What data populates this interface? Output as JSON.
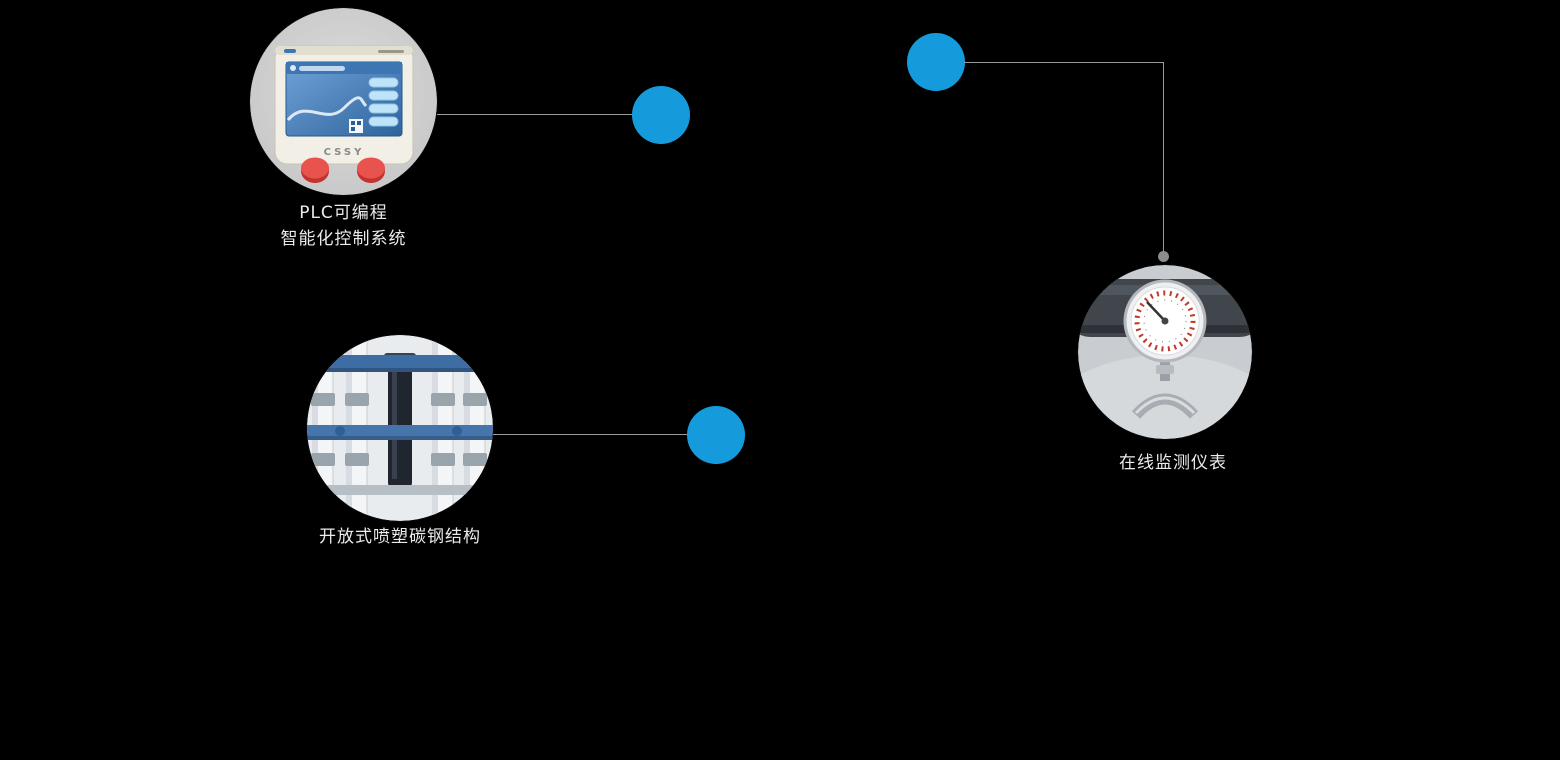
{
  "background_color": "#000000",
  "colors": {
    "accent_blue": "#159bdb",
    "connector_line": "#9a9a9a",
    "label_text": "#ebebeb",
    "photo_circle_bg": "#d2d2d2"
  },
  "features": {
    "plc": {
      "label_line1": "PLC可编程",
      "label_line2": "智能化控制系统",
      "device_brand": "CSSY",
      "image": "plc-touchscreen-controller-photo"
    },
    "frame": {
      "label": "开放式喷塑碳钢结构",
      "image": "carbon-steel-membrane-frame-photo"
    },
    "gauge": {
      "label": "在线监测仪表",
      "image": "pressure-gauge-photo"
    }
  }
}
